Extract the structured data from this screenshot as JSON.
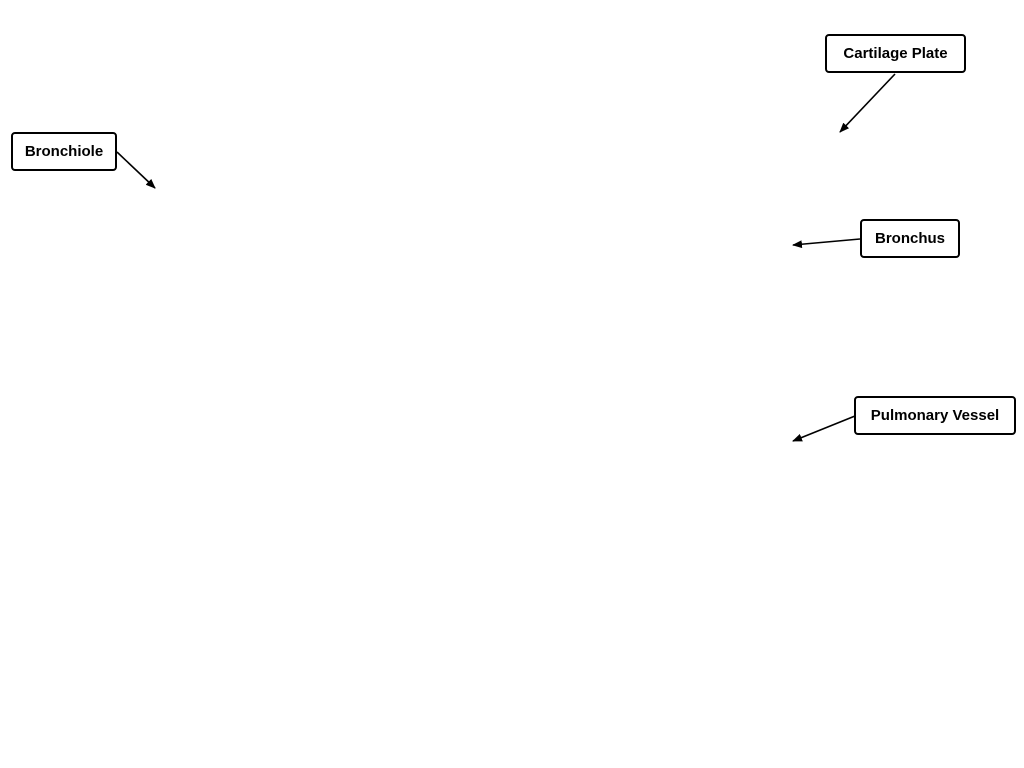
{
  "diagram": {
    "labels": {
      "bronchiole": "Bronchiole",
      "cartilage_plate": "Cartilage Plate",
      "bronchus": "Bronchus",
      "pulmonary_vessel": "Pulmonary Vessel"
    },
    "colors": {
      "background": "#ffffff",
      "stroke": "#000000",
      "text": "#000000"
    }
  }
}
